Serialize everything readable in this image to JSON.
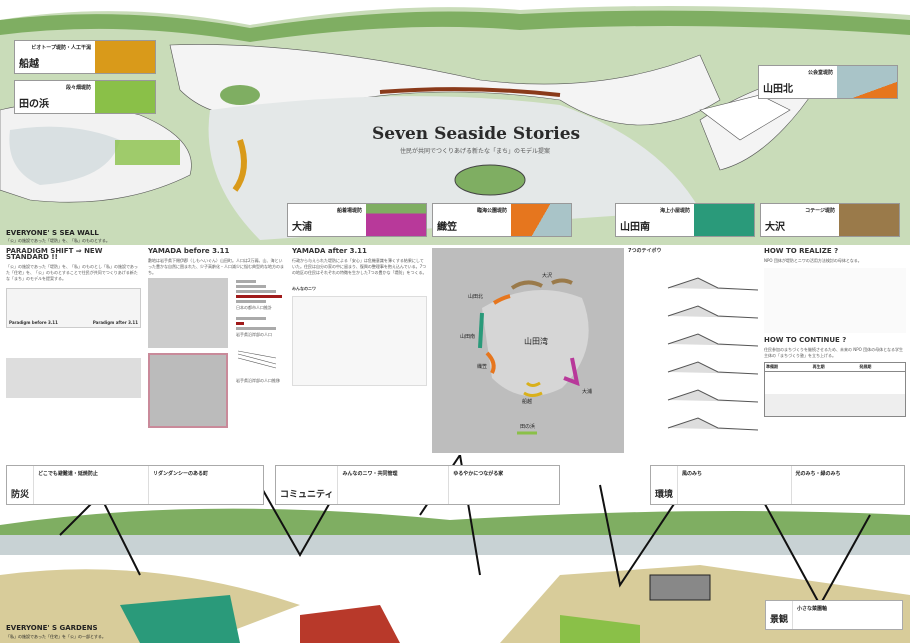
{
  "header": {
    "title": "Seven Seaside Stories",
    "subtitle": "住民が共同でつくりあげる新たな「まち」のモデル提案"
  },
  "callouts": [
    {
      "place": "船越",
      "title": "ビオトープ堤防・人工干潟",
      "color": "#d99a1a"
    },
    {
      "place": "田の浜",
      "title": "段々畑堤防",
      "color": "#8ac048"
    },
    {
      "place": "山田北",
      "title": "公会堂堤防",
      "color": "#e6761e"
    },
    {
      "place": "山田南",
      "title": "海上小屋堤防",
      "color": "#2a9a7a"
    },
    {
      "place": "大沢",
      "title": "コテージ堤防",
      "color": "#9a7a4a"
    },
    {
      "place": "大浦",
      "title": "船着場堤防",
      "color": "#b8399a"
    },
    {
      "place": "織笠",
      "title": "臨海公園堤防",
      "color": "#e6761e"
    }
  ],
  "sea_wall": {
    "title": "EVERYONE' S  SEA WALL",
    "caption": "「公」の施設であった「堤防」を、「私」のものとする。"
  },
  "sections": {
    "paradigm": {
      "title": "PARADIGM SHIFT ⇒ NEW STANDARD !!",
      "text": "「公」の施設であった「堤防」を、「私」のものとし「私」の施設であった「住宅」を、「公」のものとすることで住民が共同でつくりあげる新たな「まち」のモデルを提案する。",
      "label_before": "Paradigm before 3.11",
      "label_after": "Paradigm after 3.11"
    },
    "before": {
      "title": "YAMADA before 3.11",
      "text": "敷地は岩手県下閉伊郡（しもへいぐん）山田町。人口は2万弱。山、海といった豊かな自然に囲まれた、少子高齢化・人口減少に悩む典型的な地方のまち。",
      "chart1": "日本の都市人口推計",
      "chart2": "岩手県沿岸部の人口",
      "chart3": "岩手県沿岸部の人口推移"
    },
    "after": {
      "title": "YAMADA after 3.11",
      "text": "行政から与えられた堤防による「安心」は危機意識を薄くする結果にしていた。住民は自分の家の中に留まり、復興の整理事を抱え込んでいる。7つの地区の住民はそれぞれの特徴を生かした7つの豊かな「堤防」をつくる。",
      "sub": "みんなのニワ"
    },
    "map": {
      "bay": "山田湾",
      "labels": [
        "大沢",
        "山田北",
        "山田南",
        "織笠",
        "船越",
        "田の浜",
        "大浦"
      ]
    },
    "sections_title": "7つのテイボウ",
    "realize": {
      "title": "HOW TO REALIZE ?",
      "text": "NPO 団体が堤防とニワの活用方法検討の母体となる。"
    },
    "continue": {
      "title": "HOW TO CONTINUE ?",
      "text": "住民参加のまちづくりを継続させるため、未来の NPO 団体の母体となる学生主体の「まちづくり塾」を立ち上げる。",
      "phases": [
        "準備期",
        "再生期",
        "発展期"
      ]
    }
  },
  "bands": {
    "bousai": {
      "category": "防災",
      "items": [
        "どこでも避難道・延焼防止",
        "リダンダンシーのある町"
      ]
    },
    "community": {
      "category": "コミュニティ",
      "items": [
        "みんなのニワ・共同管理",
        "ゆるやかにつながる家"
      ]
    },
    "kankyo": {
      "category": "環境",
      "items": [
        "風のみち",
        "光のみち・緑のみち"
      ]
    },
    "keikan": {
      "category": "景観",
      "item": "小さな菜園軸"
    }
  },
  "gardens": {
    "title": "EVERYONE' S GARDENS",
    "caption": "「私」の施設であった「住宅」を「公」の一部とする。"
  }
}
